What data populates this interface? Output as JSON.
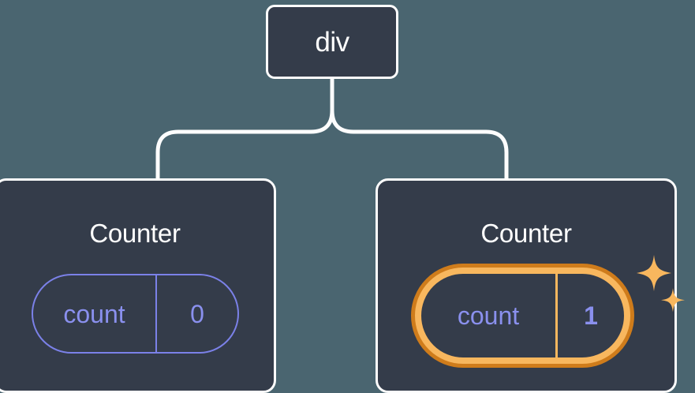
{
  "diagram": {
    "type": "component-tree",
    "background_color": "#4a6570",
    "node_fill_color": "#343c4a",
    "node_border_color": "#fdfdfd",
    "connector_color": "#fdfdfd",
    "accent_indigo": "#8a90ee",
    "highlight_outer_color": "#cf7c1b",
    "highlight_inner_color": "#f8b75e",
    "sparkle_color": "#f8b75e"
  },
  "root": {
    "label": "div"
  },
  "children": [
    {
      "title": "Counter",
      "state": {
        "key": "count",
        "value": "0"
      },
      "highlighted": false
    },
    {
      "title": "Counter",
      "state": {
        "key": "count",
        "value": "1"
      },
      "highlighted": true
    }
  ]
}
